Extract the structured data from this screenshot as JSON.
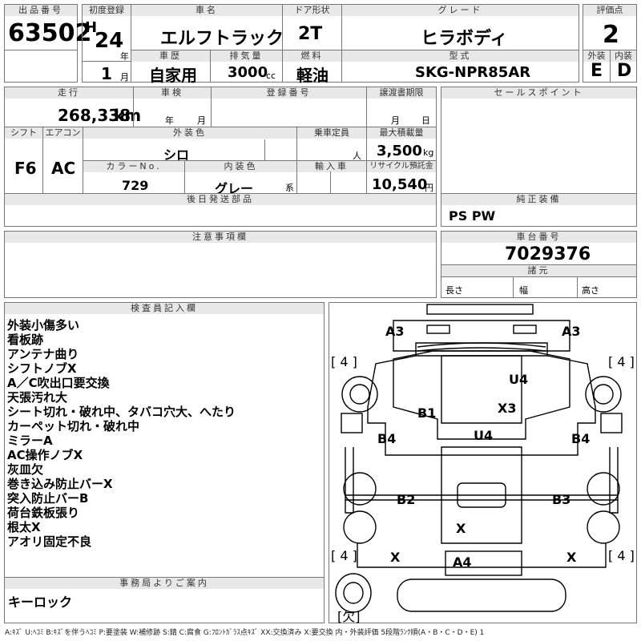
{
  "header": {
    "lot_no_label": "出品番号",
    "lot_no": "63502",
    "first_reg_label": "初度登録",
    "era": "H",
    "year": "24",
    "year_unit": "年",
    "month": "1",
    "month_unit": "月",
    "name_label": "車名",
    "name": "エルフトラック",
    "door_label": "ドア形状",
    "door": "2T",
    "grade_label": "グレード",
    "grade": "ヒラボディ",
    "score_label": "評価点",
    "score": "2",
    "history_label": "車歴",
    "history": "自家用",
    "disp_label": "排気量",
    "disp": "3000",
    "disp_unit": "cc",
    "fuel_label": "燃料",
    "fuel": "軽油",
    "model_label": "型式",
    "model": "SKG-NPR85AR",
    "ext_label": "外装",
    "ext": "E",
    "int_label": "内装",
    "int": "D"
  },
  "info": {
    "mileage_label": "走行",
    "mileage": "268,338",
    "mileage_unit": "km",
    "inspection_label": "車検",
    "insp_year_unit": "年",
    "insp_month_unit": "月",
    "reg_no_label": "登録番号",
    "transfer_label": "譲渡書期限",
    "transfer_month_unit": "月",
    "transfer_day_unit": "日",
    "shift_label": "シフト",
    "shift": "F6",
    "ac_label": "エアコン",
    "ac": "AC",
    "ext_color_label": "外装色",
    "ext_color": "シロ",
    "capacity_label": "乗車定員",
    "capacity_unit": "人",
    "max_load_label": "最大積載量",
    "max_load": "3,500",
    "max_load_unit": "kg",
    "color_no_label": "カラーNo.",
    "color_no": "729",
    "int_color_label": "内装色",
    "int_color": "グレー",
    "int_color_unit": "系",
    "import_label": "輸入車",
    "recycle_label": "リサイクル預託金",
    "recycle": "10,540",
    "recycle_unit": "円",
    "later_parts_label": "後日発送部品",
    "caution_label": "注意事項欄"
  },
  "right": {
    "sales_label": "セールスポイント",
    "equip_label": "純正装備",
    "equip": "PS PW",
    "chassis_label": "車台番号",
    "chassis": "7029376",
    "spec_label": "諸元",
    "length_label": "長さ",
    "width_label": "幅",
    "height_label": "高さ"
  },
  "inspector": {
    "label": "検査員記入欄",
    "notes": [
      "外装小傷多い",
      "看板跡",
      "アンテナ曲り",
      "シフトノブX",
      "A／C吹出口要交換",
      "天張汚れ大",
      "シート切れ・破れ中、タバコ穴大、へたり",
      "カーペット切れ・破れ中",
      "ミラーA",
      "AC操作ノブX",
      "灰皿欠",
      "巻き込み防止バーX",
      "突入防止バーB",
      "荷台鉄板張り",
      "根太X",
      "アオリ固定不良"
    ]
  },
  "office": {
    "label": "事務局よりご案内",
    "text": "キーロック"
  },
  "diagram": {
    "labels": [
      "A3",
      "A3",
      "U4",
      "B1",
      "X3",
      "U4",
      "B4",
      "B4",
      "B2",
      "B3",
      "X",
      "X",
      "A4",
      "X"
    ],
    "tires": [
      "[ 4 ]",
      "[ 4 ]",
      "[ 4 ]",
      "[ 4 ]",
      "[欠]"
    ]
  },
  "legend": "A:ｷｽﾞ U:ﾍｺﾐ B:ｷｽﾞを伴うﾍｺﾐ P:要塗装 W:補修跡 S:錆 C:腐食 G:ﾌﾛﾝﾄｶﾞﾗｽ点ｷｽﾞ XX:交換済み X:要交換 内・外装評価 5段階ﾗﾝｸ順(A・B・C・D・E) 1"
}
